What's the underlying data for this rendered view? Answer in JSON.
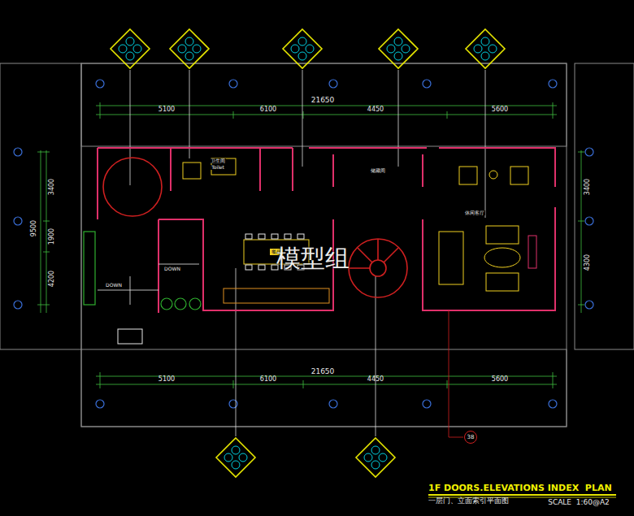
{
  "diagram": {
    "title": "1F DOORS.ELEVATIONS INDEX  PLAN",
    "caption": "一层门、立面索引平面图",
    "nodes": [
      {
        "text": [
          "38"
        ]
      }
    ],
    "labels": [
      "21650",
      "5100",
      "6100",
      "4450",
      "5600",
      "21650",
      "5100",
      "6100",
      "4450",
      "5600",
      "3400",
      "1900",
      "4200",
      "9500",
      "3400",
      "4300",
      "卫生间",
      "Toilet",
      "储藏间",
      "餐厅",
      "休闲客厅",
      "DOWN",
      "DOWN",
      "模型组",
      "SCALE  1:60@A2"
    ]
  }
}
